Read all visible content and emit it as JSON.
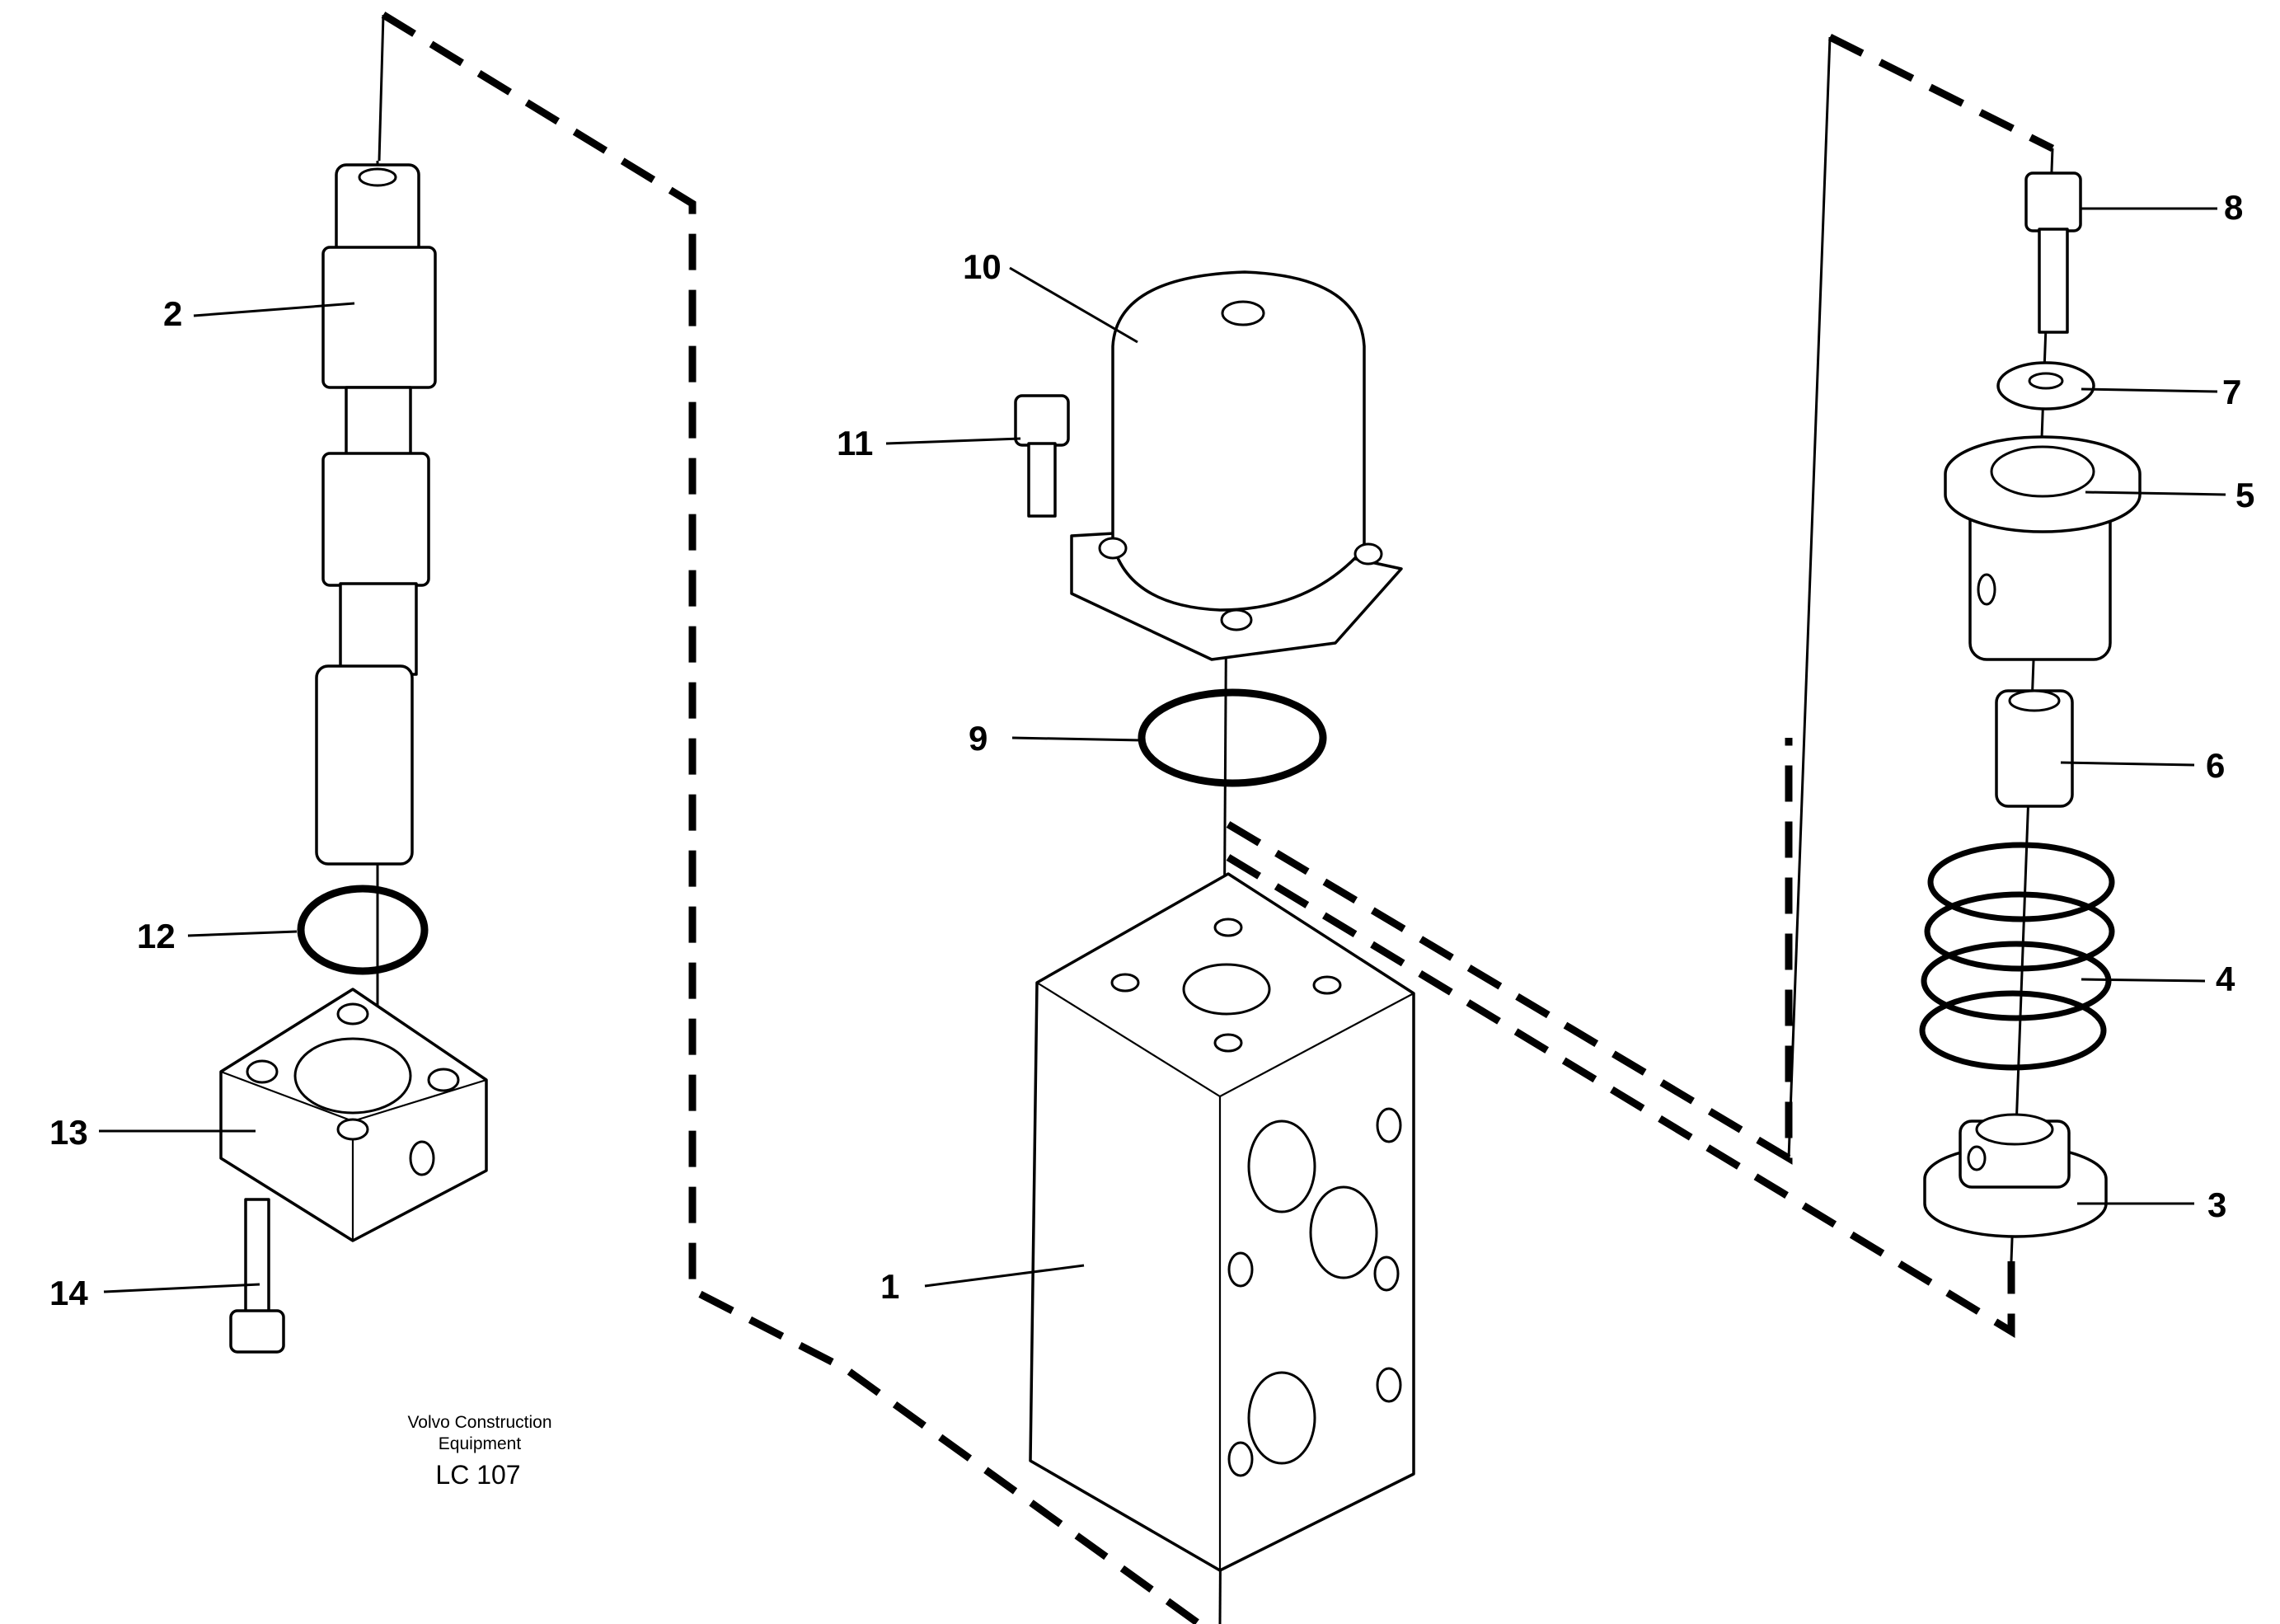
{
  "drawing": {
    "caption_line1": "Volvo Construction",
    "caption_line2": "Equipment",
    "drawing_code": "LC 107"
  },
  "callouts": [
    "1",
    "2",
    "3",
    "4",
    "5",
    "6",
    "7",
    "8",
    "9",
    "10",
    "11",
    "12",
    "13",
    "14"
  ]
}
